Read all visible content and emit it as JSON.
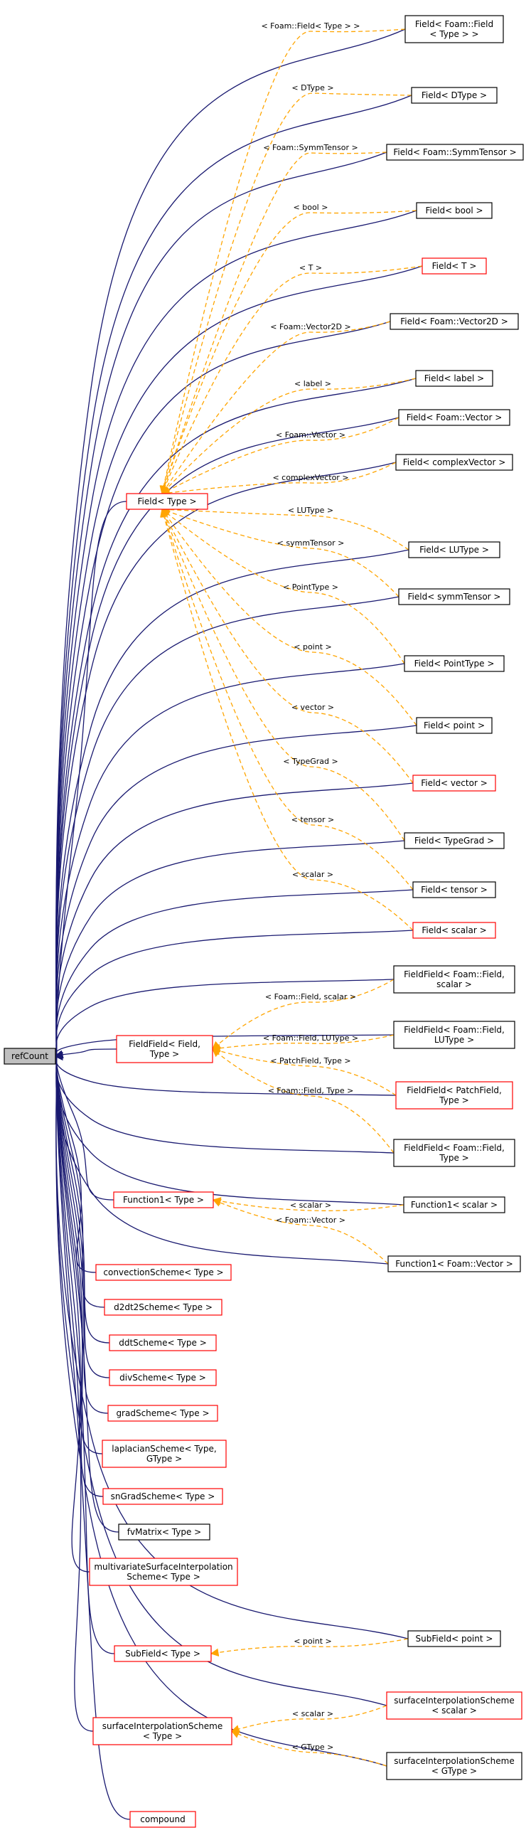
{
  "nodes": [
    {
      "id": "refcount",
      "lines": [
        "refCount"
      ],
      "style": "root"
    },
    {
      "id": "field-type",
      "lines": [
        "Field< Type >"
      ],
      "style": "red"
    },
    {
      "id": "fieldfield-field-type",
      "lines": [
        "FieldField< Field,",
        "Type >"
      ],
      "style": "red"
    },
    {
      "id": "function1-type",
      "lines": [
        "Function1< Type >"
      ],
      "style": "red"
    },
    {
      "id": "convectionscheme",
      "lines": [
        "convectionScheme< Type >"
      ],
      "style": "red"
    },
    {
      "id": "d2dt2scheme",
      "lines": [
        "d2dt2Scheme< Type >"
      ],
      "style": "red"
    },
    {
      "id": "ddtscheme",
      "lines": [
        "ddtScheme< Type >"
      ],
      "style": "red"
    },
    {
      "id": "divscheme",
      "lines": [
        "divScheme< Type >"
      ],
      "style": "red"
    },
    {
      "id": "gradscheme",
      "lines": [
        "gradScheme< Type >"
      ],
      "style": "red"
    },
    {
      "id": "laplacianscheme",
      "lines": [
        "laplacianScheme< Type,",
        "GType >"
      ],
      "style": "red"
    },
    {
      "id": "sngradscheme",
      "lines": [
        "snGradScheme< Type >"
      ],
      "style": "red"
    },
    {
      "id": "fvmatrix",
      "lines": [
        "fvMatrix< Type >"
      ],
      "style": "black"
    },
    {
      "id": "multivariate",
      "lines": [
        "multivariateSurfaceInterpolation",
        "Scheme< Type >"
      ],
      "style": "red"
    },
    {
      "id": "subfield-type",
      "lines": [
        "SubField< Type >"
      ],
      "style": "red"
    },
    {
      "id": "surfinterp-type",
      "lines": [
        "surfaceInterpolationScheme",
        "< Type >"
      ],
      "style": "red"
    },
    {
      "id": "compound",
      "lines": [
        "compound"
      ],
      "style": "red"
    },
    {
      "id": "field-foam-field",
      "lines": [
        "Field< Foam::Field",
        "< Type > >"
      ],
      "style": "black"
    },
    {
      "id": "field-dtype",
      "lines": [
        "Field< DType >"
      ],
      "style": "black"
    },
    {
      "id": "field-symmtensor",
      "lines": [
        "Field< Foam::SymmTensor >"
      ],
      "style": "black"
    },
    {
      "id": "field-bool",
      "lines": [
        "Field< bool >"
      ],
      "style": "black"
    },
    {
      "id": "field-t",
      "lines": [
        "Field< T >"
      ],
      "style": "red"
    },
    {
      "id": "field-vector2d",
      "lines": [
        "Field< Foam::Vector2D >"
      ],
      "style": "black"
    },
    {
      "id": "field-label",
      "lines": [
        "Field< label >"
      ],
      "style": "black"
    },
    {
      "id": "field-foam-vector",
      "lines": [
        "Field< Foam::Vector >"
      ],
      "style": "black"
    },
    {
      "id": "field-complexvector",
      "lines": [
        "Field< complexVector >"
      ],
      "style": "black"
    },
    {
      "id": "field-lutype",
      "lines": [
        "Field< LUType >"
      ],
      "style": "black"
    },
    {
      "id": "field-symmtensor-lc",
      "lines": [
        "Field< symmTensor >"
      ],
      "style": "black"
    },
    {
      "id": "field-pointtype",
      "lines": [
        "Field< PointType >"
      ],
      "style": "black"
    },
    {
      "id": "field-point",
      "lines": [
        "Field< point >"
      ],
      "style": "black"
    },
    {
      "id": "field-vector",
      "lines": [
        "Field< vector >"
      ],
      "style": "red"
    },
    {
      "id": "field-typegrad",
      "lines": [
        "Field< TypeGrad >"
      ],
      "style": "black"
    },
    {
      "id": "field-tensor",
      "lines": [
        "Field< tensor >"
      ],
      "style": "black"
    },
    {
      "id": "field-scalar",
      "lines": [
        "Field< scalar >"
      ],
      "style": "red"
    },
    {
      "id": "ff-foam-field-scalar",
      "lines": [
        "FieldField< Foam::Field,",
        "scalar >"
      ],
      "style": "black"
    },
    {
      "id": "ff-foam-field-lutype",
      "lines": [
        "FieldField< Foam::Field,",
        "LUType >"
      ],
      "style": "black"
    },
    {
      "id": "ff-patchfield-type",
      "lines": [
        "FieldField< PatchField,",
        "Type >"
      ],
      "style": "red"
    },
    {
      "id": "ff-foam-field-type",
      "lines": [
        "FieldField< Foam::Field,",
        "Type >"
      ],
      "style": "black"
    },
    {
      "id": "function1-scalar",
      "lines": [
        "Function1< scalar >"
      ],
      "style": "black"
    },
    {
      "id": "function1-foam-vector",
      "lines": [
        "Function1< Foam::Vector >"
      ],
      "style": "black"
    },
    {
      "id": "subfield-point",
      "lines": [
        "SubField< point >"
      ],
      "style": "black"
    },
    {
      "id": "surfinterp-scalar",
      "lines": [
        "surfaceInterpolationScheme",
        "< scalar >"
      ],
      "style": "red"
    },
    {
      "id": "surfinterp-gtype",
      "lines": [
        "surfaceInterpolationScheme",
        "< GType >"
      ],
      "style": "black"
    }
  ],
  "edge_labels": [
    "< Foam::Field< Type > >",
    "< DType >",
    "< Foam::SymmTensor >",
    "< bool >",
    "< T >",
    "< Foam::Vector2D >",
    "< label >",
    "< Foam::Vector >",
    "< complexVector >",
    "< LUType >",
    "< symmTensor >",
    "< PointType >",
    "< point >",
    "< vector >",
    "< TypeGrad >",
    "< tensor >",
    "< scalar >",
    "< Foam::Field, scalar >",
    "< Foam::Field, LUType >",
    "< PatchField, Type >",
    "< Foam::Field, Type >",
    "< scalar >",
    "< Foam::Vector >",
    "< point >",
    "< scalar >",
    "< GType >"
  ],
  "colors": {
    "inheritance_edge": "#191970",
    "template_edge": "#ffa500",
    "red_node_border": "#ff0000",
    "black_node_border": "#000000",
    "root_fill": "#bfbfbf"
  }
}
